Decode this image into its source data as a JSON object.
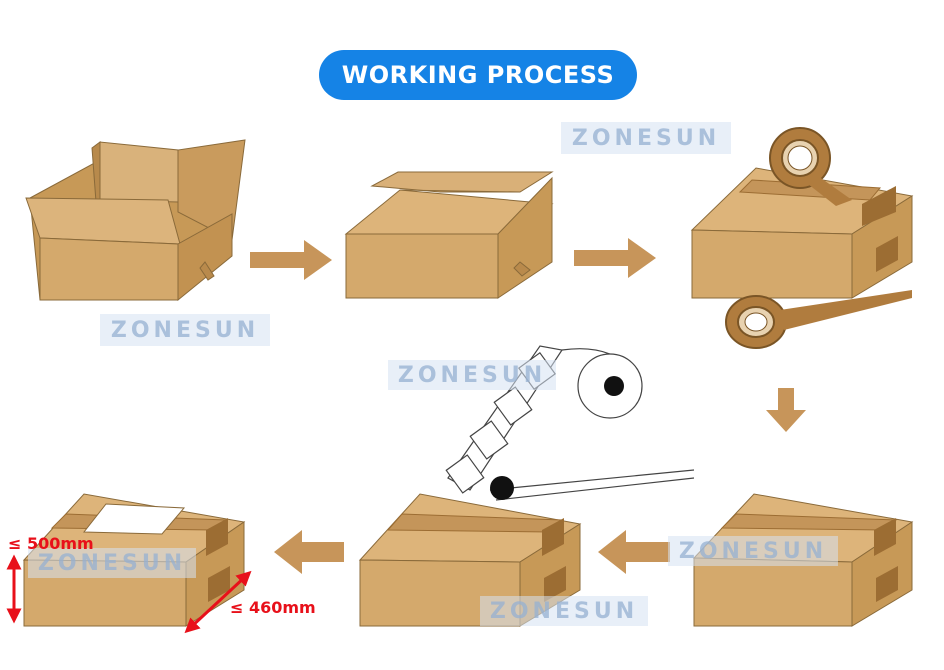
{
  "title": "WORKING PROCESS",
  "watermark": "ZONESUN",
  "dimensions": {
    "height_label": "≤ 500mm",
    "depth_label": "≤ 460mm"
  },
  "colors": {
    "title_bg": "#1583e6",
    "box_front": "#d4a96c",
    "box_side": "#c79957",
    "box_top": "#ddb47a",
    "box_edge": "#8a6a3a",
    "tape": "#c4955a",
    "tape_dark": "#9c6d33",
    "arrow": "#c7955a",
    "dimension": "#e8101a",
    "label_paper": "#ffffff"
  },
  "icons": [
    "arrow-right-icon",
    "arrow-down-icon",
    "arrow-left-icon",
    "tape-roll-icon",
    "label-roll-icon",
    "dimension-arrow-icon"
  ]
}
